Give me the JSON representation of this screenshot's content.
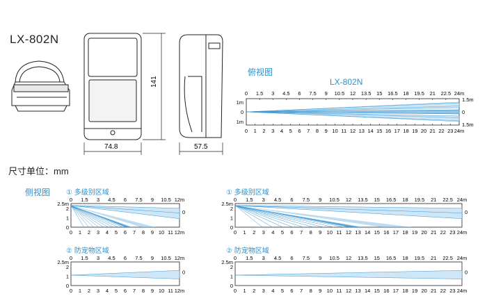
{
  "product": {
    "model": "LX-802N"
  },
  "dimensions": {
    "height": "141",
    "width": "74.8",
    "depth": "57.5",
    "unit_note": "尺寸单位：mm"
  },
  "top_view": {
    "title": "俯视图",
    "chart_title": "LX-802N",
    "top_ticks": [
      "0",
      "1.5",
      "3",
      "4.5",
      "6",
      "7.5",
      "9",
      "10.5",
      "12",
      "13.5",
      "15",
      "16.5",
      "18",
      "19.5",
      "21",
      "22.5",
      "24m"
    ],
    "bottom_ticks": [
      "0",
      "1",
      "2",
      "3",
      "4",
      "5",
      "6",
      "7",
      "8",
      "9",
      "10",
      "11",
      "12",
      "13",
      "14",
      "15",
      "16",
      "17",
      "18",
      "19",
      "20",
      "21",
      "22",
      "23",
      "24m"
    ],
    "left_labels": [
      "1m",
      "0",
      "1m"
    ],
    "right_labels": [
      "1.5m",
      "0",
      "1.5m"
    ]
  },
  "side_view": {
    "title": "侧视图",
    "multi_zone_label": "① 多级别区域",
    "pet_zone_label": "② 防宠物区域",
    "small": {
      "top_ticks": [
        "0",
        "1.5",
        "3",
        "4.5",
        "6",
        "7.5",
        "9",
        "10.5",
        "12m"
      ],
      "bottom_ticks": [
        "0",
        "1",
        "2",
        "3",
        "4",
        "5",
        "6",
        "7",
        "8",
        "9",
        "10",
        "11",
        "12m"
      ],
      "y_labels": [
        "2.5m",
        "2",
        "1",
        "0"
      ],
      "right_label": "0"
    },
    "large": {
      "top_ticks": [
        "0",
        "1.5",
        "3",
        "4.5",
        "6",
        "7.5",
        "9",
        "10.5",
        "12",
        "13.5",
        "15",
        "16.5",
        "18",
        "19.5",
        "21",
        "22.5",
        "24m"
      ],
      "bottom_ticks": [
        "0",
        "1",
        "2",
        "3",
        "4",
        "5",
        "6",
        "7",
        "8",
        "9",
        "10",
        "11",
        "12",
        "13",
        "14",
        "15",
        "16",
        "17",
        "18",
        "19",
        "20",
        "21",
        "22",
        "23",
        "24m"
      ],
      "y_labels": [
        "2.5m",
        "2",
        "1",
        "0"
      ],
      "right_label": "0"
    }
  },
  "colors": {
    "beam_light": "#cfe6f6",
    "beam_mid": "#8ec4e8",
    "beam_dark": "#3b97d3",
    "accent": "#2f8fc9"
  }
}
